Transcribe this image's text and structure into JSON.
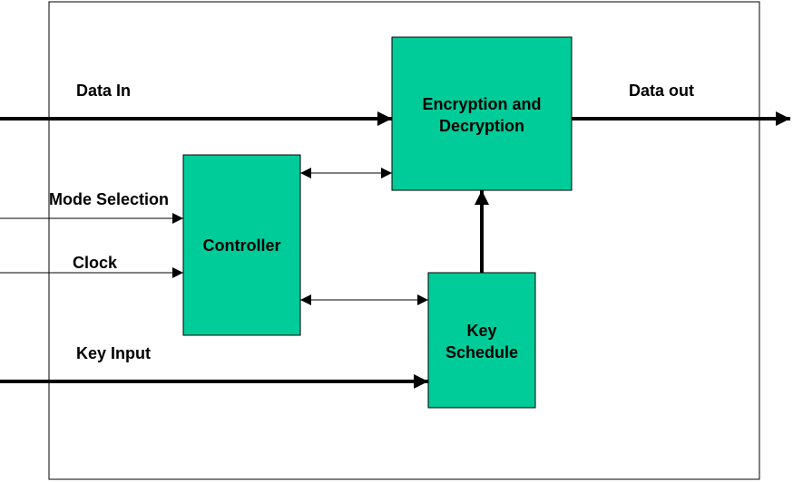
{
  "colors": {
    "block_fill": "#00cc99",
    "stroke": "#000000",
    "background": "#ffffff"
  },
  "blocks": {
    "encryption": {
      "line1": "Encryption and",
      "line2": "Decryption"
    },
    "controller": {
      "label": "Controller"
    },
    "key_schedule": {
      "line1": "Key",
      "line2": "Schedule"
    }
  },
  "signals": {
    "data_in": "Data In",
    "data_out": "Data out",
    "mode_selection": "Mode Selection",
    "clock": "Clock",
    "key_input": "Key Input"
  }
}
